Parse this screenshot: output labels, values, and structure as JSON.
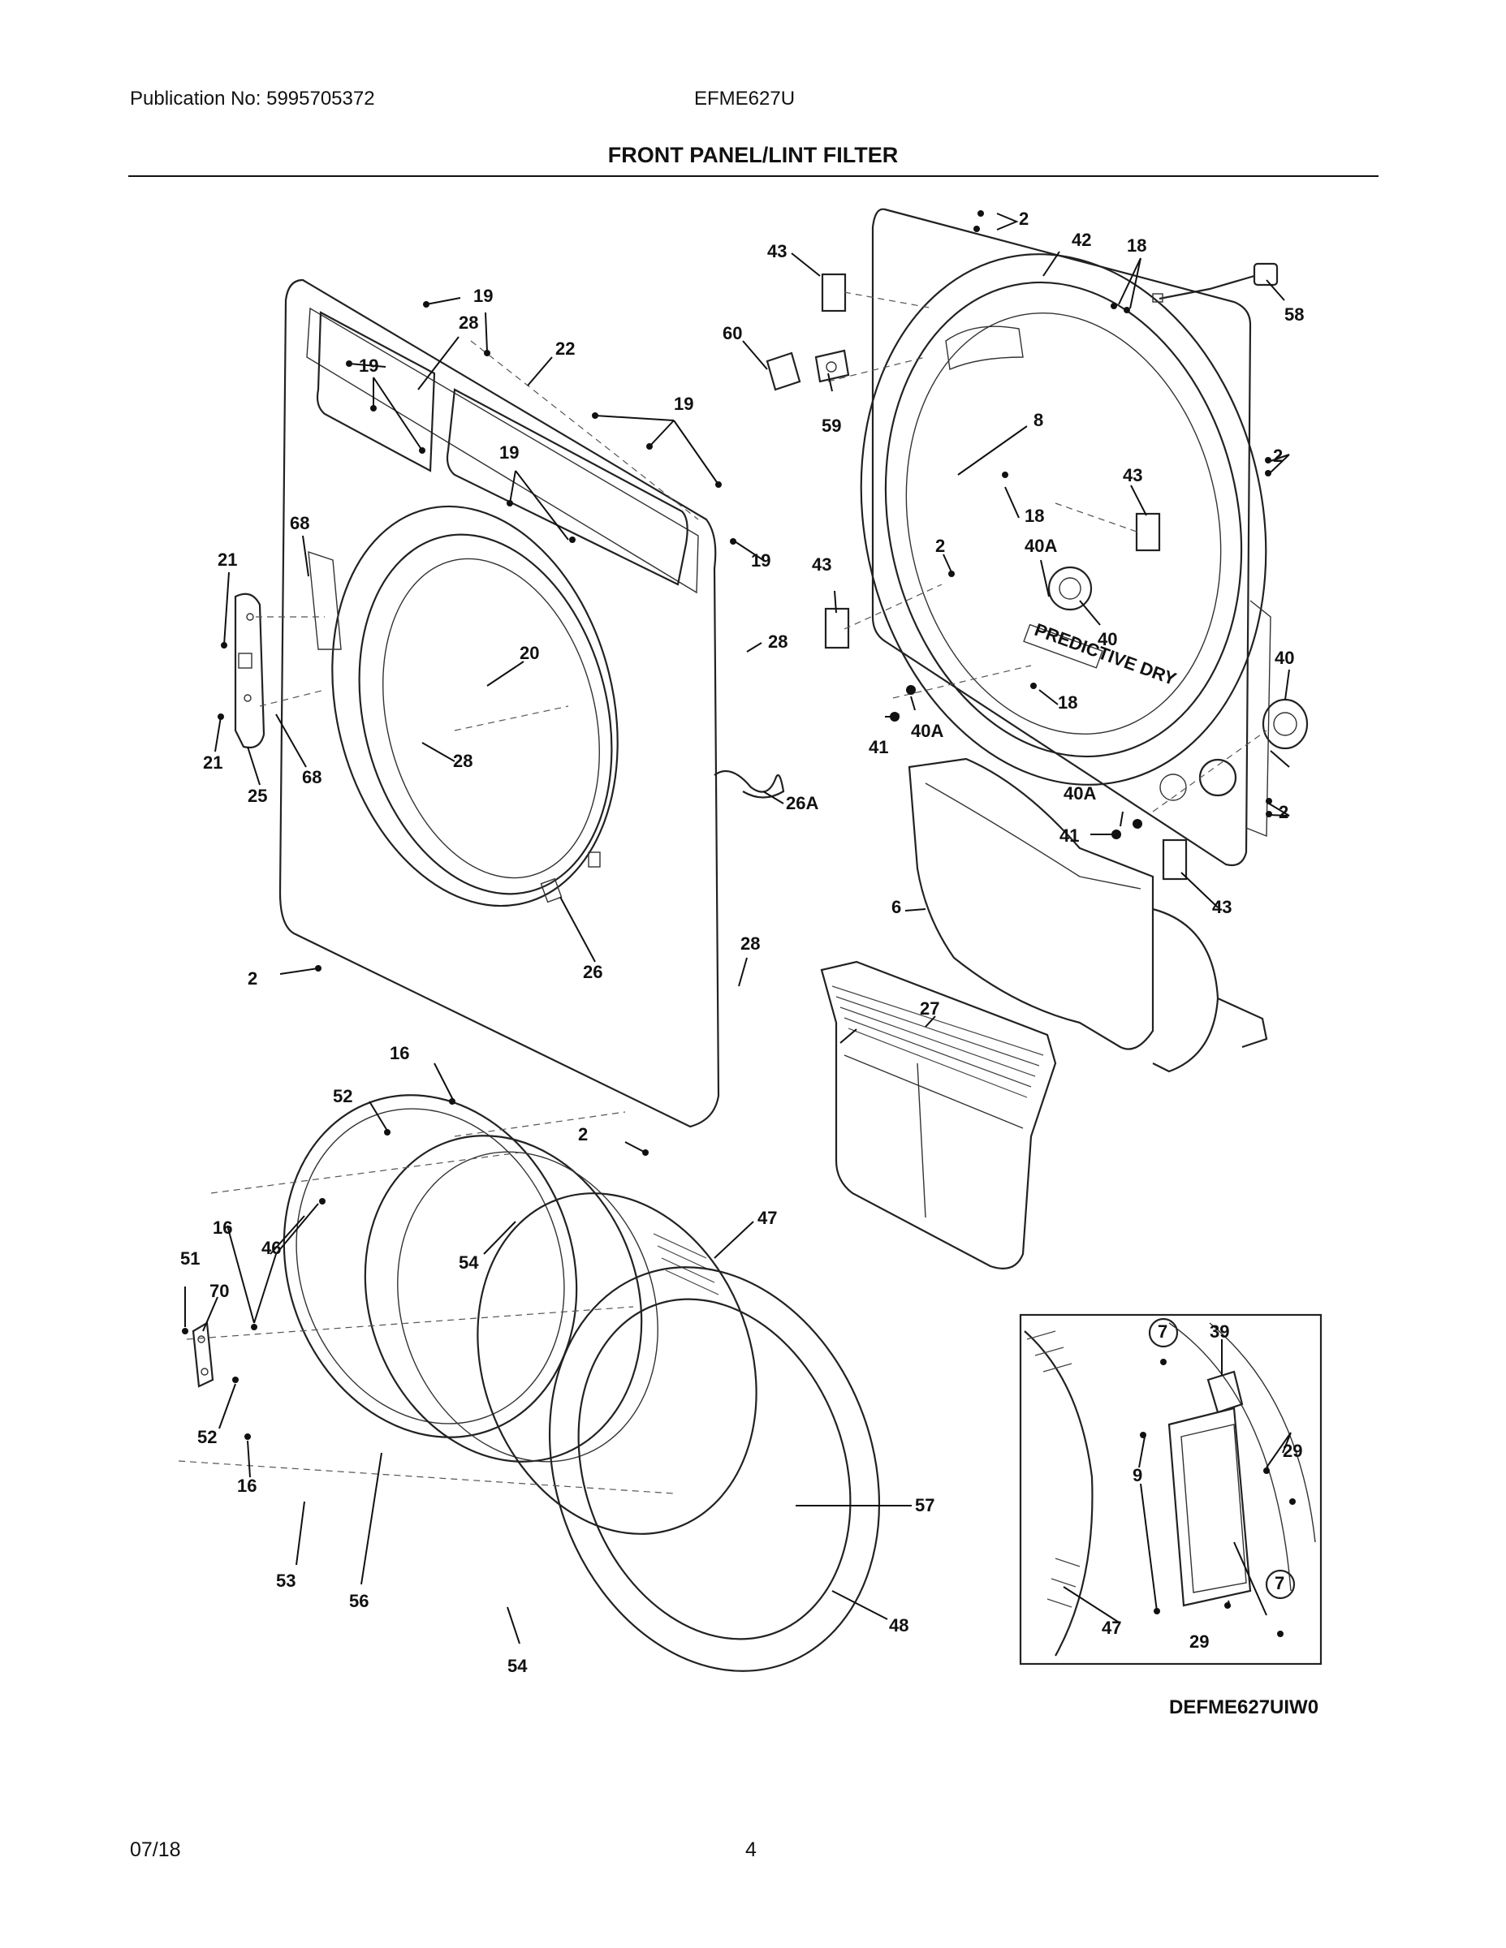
{
  "header": {
    "publication": "Publication No:  5995705372",
    "model": "EFME627U",
    "title": "FRONT PANEL/LINT FILTER"
  },
  "drawing_code": "DEFME627UIW0",
  "footer": {
    "date": "07/18",
    "page": "4"
  },
  "decals": {
    "predictive_dry": "PREDICTIVE DRY"
  },
  "callouts": [
    "2",
    "2",
    "2",
    "2",
    "2",
    "2",
    "6",
    "7",
    "7",
    "8",
    "9",
    "16",
    "16",
    "16",
    "18",
    "18",
    "18",
    "19",
    "19",
    "19",
    "19",
    "19",
    "20",
    "21",
    "21",
    "22",
    "25",
    "26",
    "26A",
    "27",
    "28",
    "28",
    "28",
    "28",
    "29",
    "29",
    "39",
    "40",
    "40",
    "40A",
    "40A",
    "40A",
    "41",
    "41",
    "42",
    "43",
    "43",
    "43",
    "43",
    "46",
    "47",
    "47",
    "48",
    "51",
    "52",
    "52",
    "53",
    "54",
    "54",
    "56",
    "57",
    "58",
    "59",
    "60",
    "68",
    "68",
    "70"
  ]
}
